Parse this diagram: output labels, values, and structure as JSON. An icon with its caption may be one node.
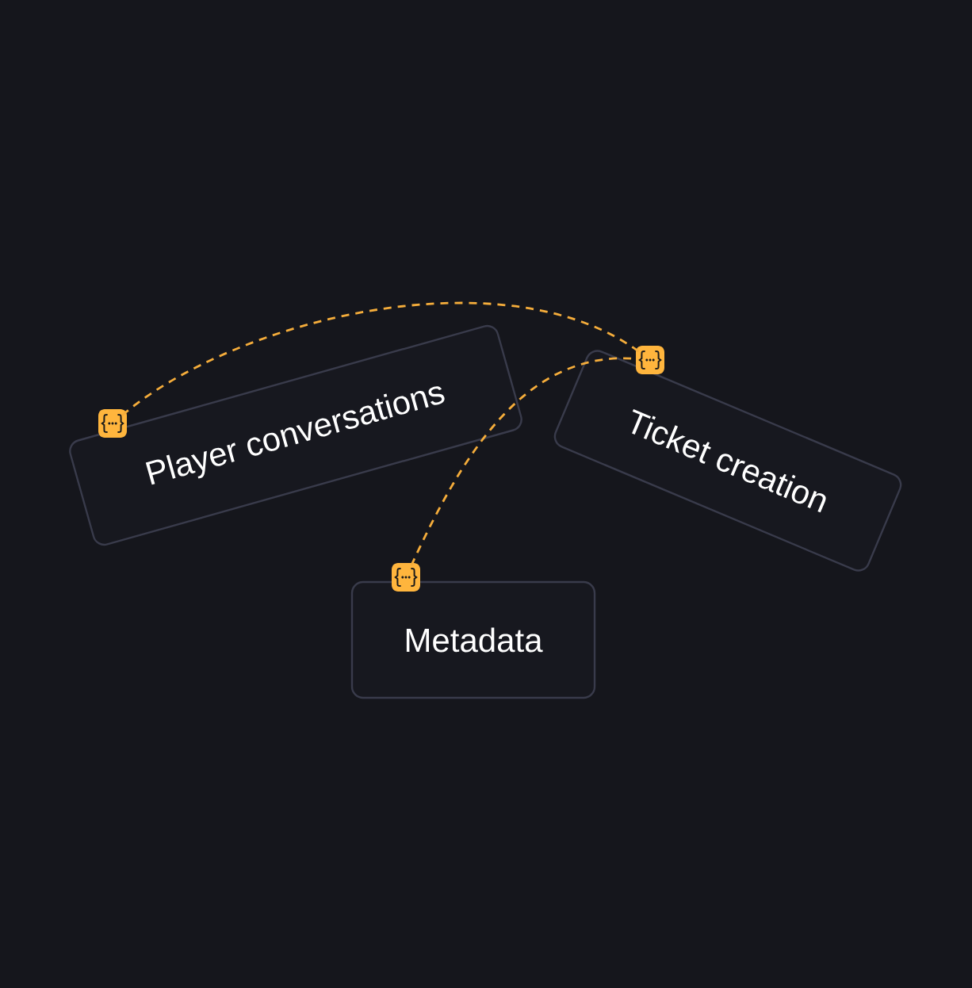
{
  "diagram": {
    "nodes": [
      {
        "text": [
          "Player conversations"
        ]
      },
      {
        "text": [
          "Ticket creation"
        ]
      },
      {
        "text": [
          "Metadata"
        ]
      }
    ],
    "edges": [
      {
        "from": 0,
        "to": 1,
        "arrow": "none",
        "style": "dashed",
        "color": "#f5ad3b"
      },
      {
        "from": 2,
        "to": 1,
        "arrow": "none",
        "style": "dashed",
        "color": "#f5ad3b"
      }
    ]
  }
}
